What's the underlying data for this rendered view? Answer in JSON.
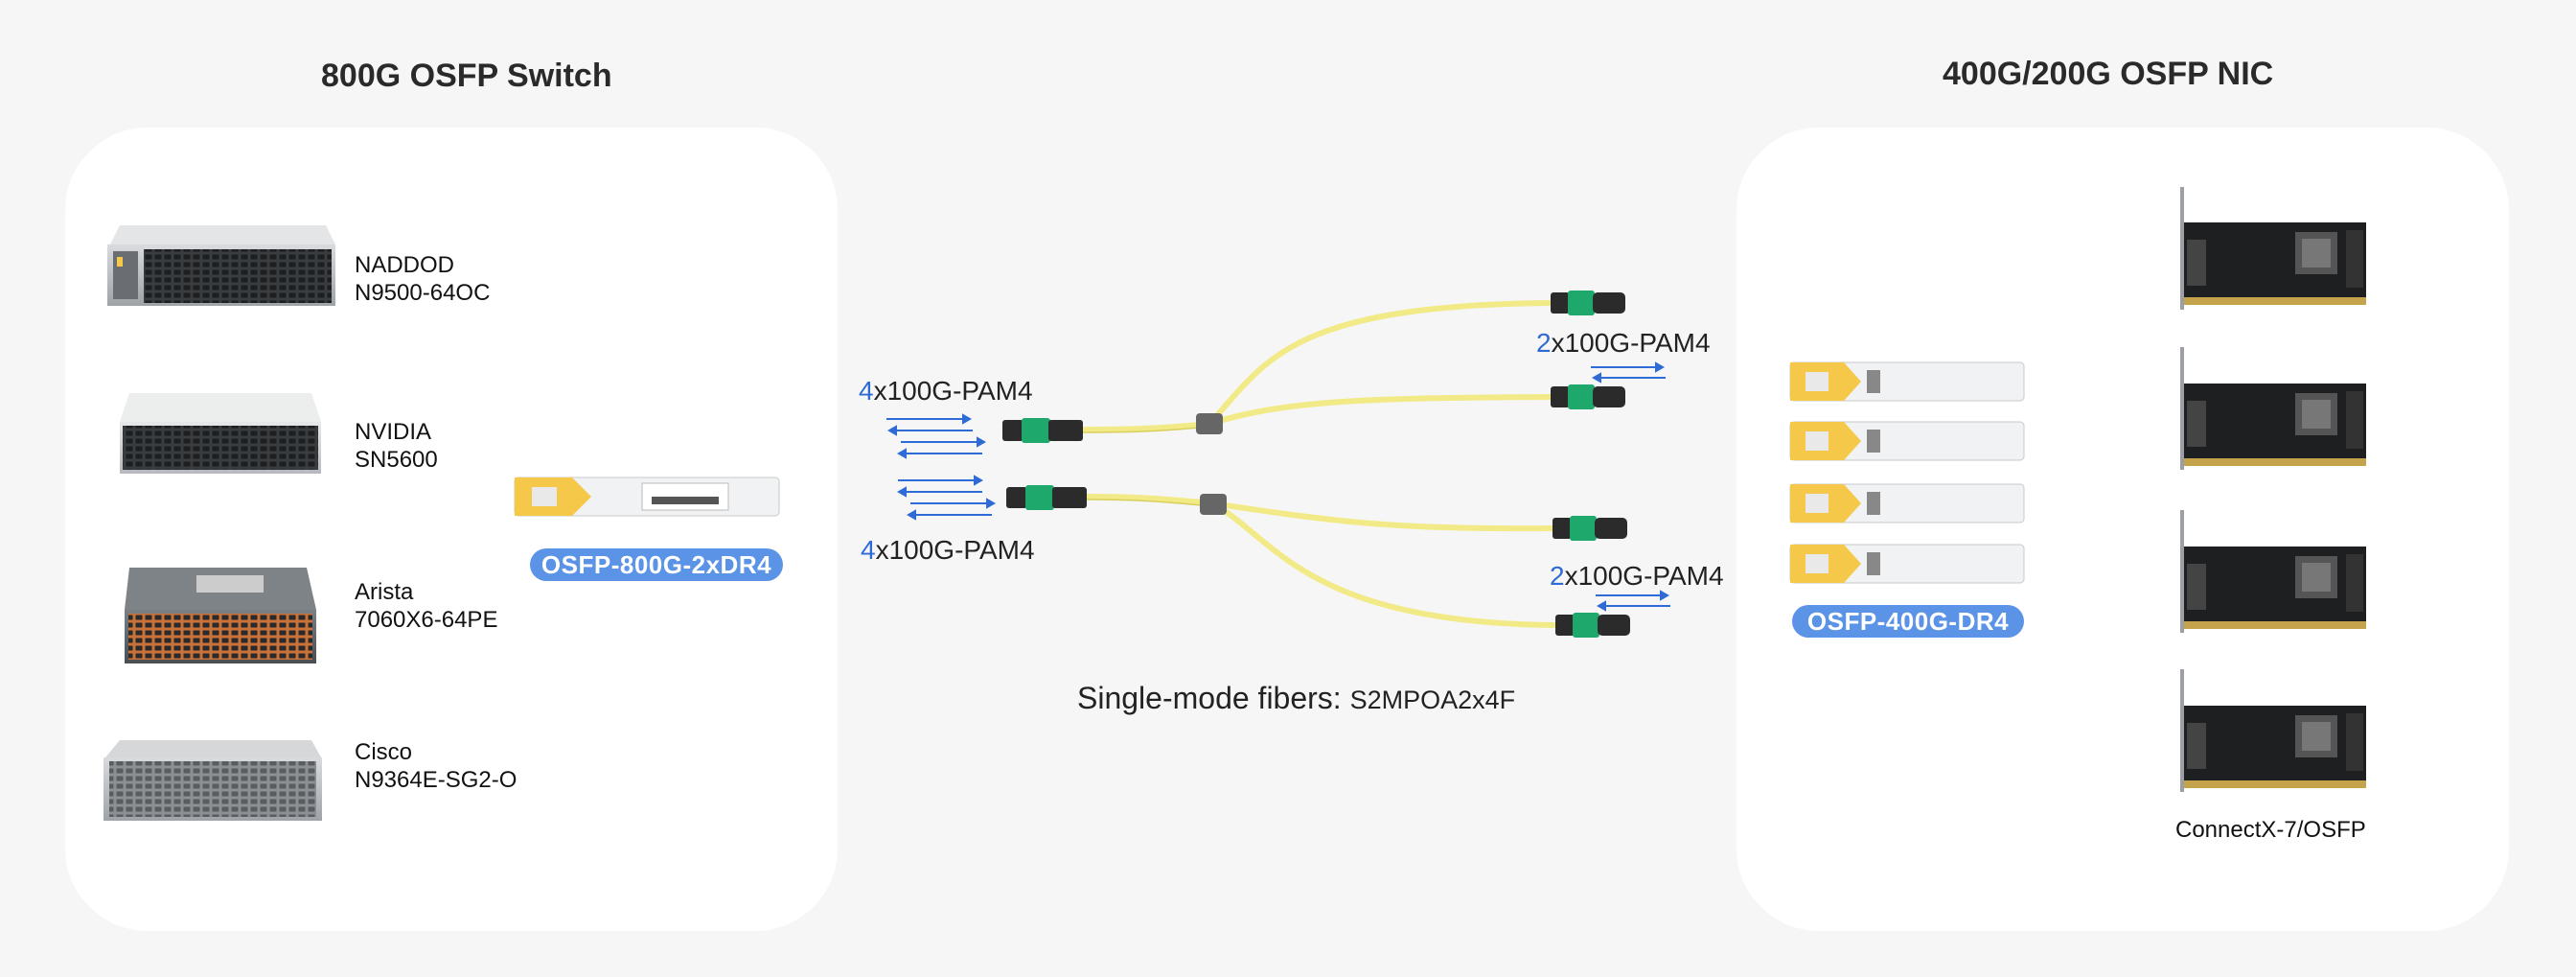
{
  "switch_section": {
    "title": "800G OSFP Switch",
    "devices": [
      {
        "line1": "NADDOD",
        "line2": "N9500-64OC"
      },
      {
        "line1": "NVIDIA",
        "line2": "SN5600"
      },
      {
        "line1": "Arista",
        "line2": "7060X6-64PE"
      },
      {
        "line1": "Cisco",
        "line2": "N9364E-SG2-O"
      }
    ],
    "module_label": "OSFP-800G-2xDR4"
  },
  "nic_section": {
    "title": "400G/200G OSFP NIC",
    "module_label": "OSFP-400G-DR4",
    "card_label": "ConnectX-7/OSFP"
  },
  "signals": {
    "left_top": {
      "count": "4",
      "rest": "x100G-PAM4"
    },
    "left_bottom": {
      "count": "4",
      "rest": "x100G-PAM4"
    },
    "right_top": {
      "count": "2",
      "rest": "x100G-PAM4"
    },
    "right_bottom": {
      "count": "2",
      "rest": "x100G-PAM4"
    }
  },
  "cable": {
    "caption": "Single-mode fibers:",
    "part": "S2MPOA2x4F"
  },
  "colors": {
    "accent_blue": "#5b93e6",
    "count_blue": "#2f6bd6",
    "fiber_yellow": "#f2ea86",
    "connector_green": "#1fa86b",
    "module_yellow": "#f5c84a"
  }
}
